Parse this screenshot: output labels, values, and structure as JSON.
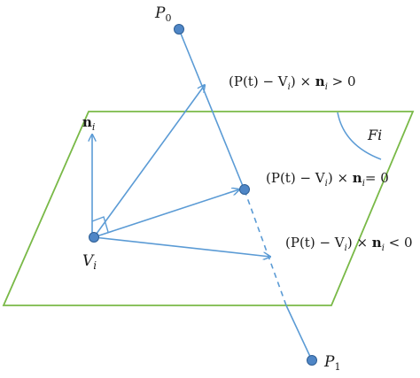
{
  "figure": {
    "colors": {
      "plane": "#79b947",
      "vector": "#5b9bd5",
      "point_fill": "#4f86c6",
      "point_stroke": "#2f5f95",
      "text": "#1a1a1a"
    },
    "points": {
      "p0": {
        "name": "P",
        "sub": "0"
      },
      "p1": {
        "name": "P",
        "sub": "1"
      },
      "vi": {
        "name": "V",
        "sub": "i"
      }
    },
    "normal_label": {
      "main": "n",
      "sub": "i"
    },
    "face_label": "Fi",
    "equations": {
      "gt": {
        "left": "(P(t) − V",
        "sub": "i",
        "mid": ") × ",
        "n": "n",
        "nsub": "i",
        "rel": " > 0"
      },
      "eq": {
        "left": "(P(t) − V",
        "sub": "i",
        "mid": ") × ",
        "n": "n",
        "nsub": "i",
        "rel": "= 0"
      },
      "lt": {
        "left": "(P(t) − V",
        "sub": "i",
        "mid": ") × ",
        "n": "n",
        "nsub": "i",
        "rel": " < 0"
      }
    }
  }
}
